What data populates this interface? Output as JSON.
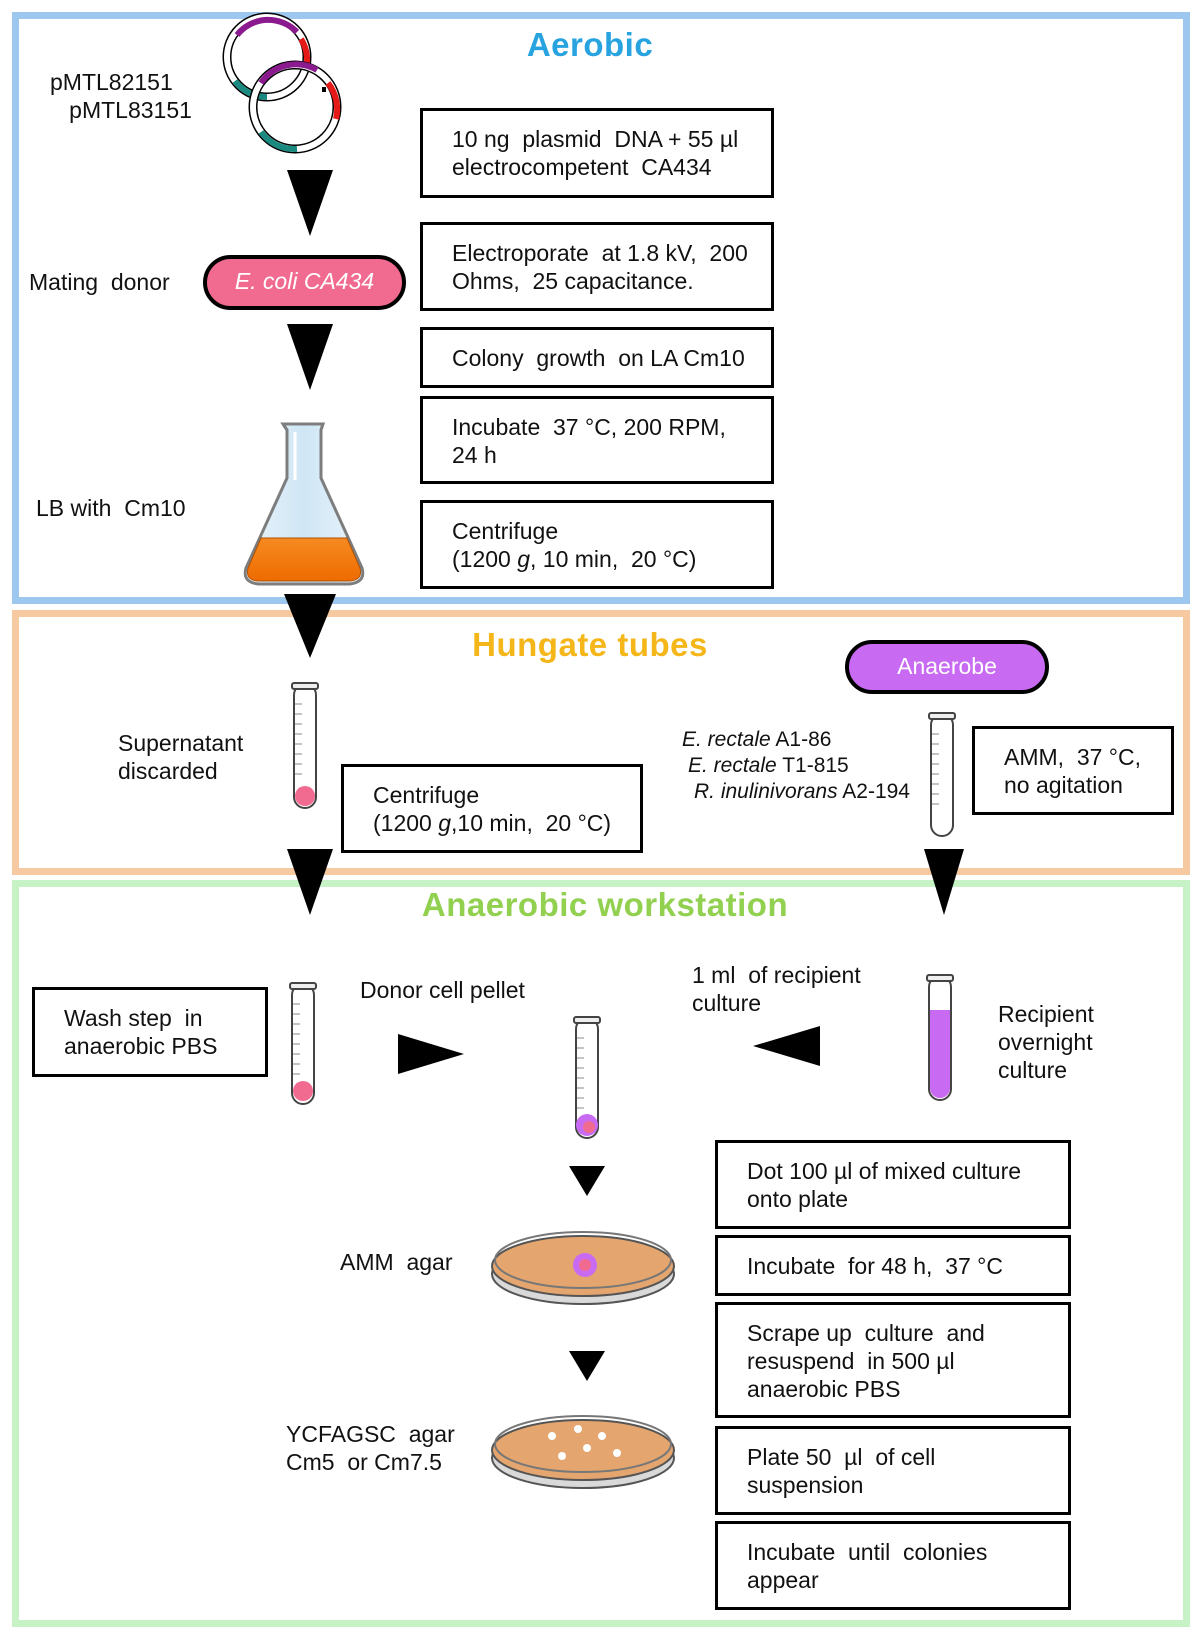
{
  "sections": {
    "aerobic": "Aerobic",
    "hungate": "Hungate tubes",
    "anaerobic": "Anaerobic workstation"
  },
  "colors": {
    "aerobic_border": "#9ec7f0",
    "hungate_border": "#f6c9a0",
    "anaerobic_border": "#c6f2c6",
    "donor_pill": "#f06b8f",
    "anaerobe_pill": "#c96bf2",
    "flask_liquid": "#f47b12",
    "agar": "#e5a56f"
  },
  "aerobic": {
    "plasmids": "pMTL82151\n   pMTL83151",
    "mating_donor": "Mating  donor",
    "donor_strain": "E. coli CA434",
    "lb_label": "LB with  Cm10",
    "steps": [
      "10 ng  plasmid  DNA + 55 µl\nelectrocompetent  CA434",
      "Electroporate  at 1.8 kV,  200\nOhms,  25 capacitance.",
      "Colony  growth  on LA Cm10",
      "Incubate  37 °C, 200 RPM,\n24 h",
      "Centrifuge\n(1200 g, 10 min,  20 °C)"
    ]
  },
  "hungate": {
    "supernatant": "Supernatant\ndiscarded",
    "centrifuge": "Centrifuge\n(1200 g,10 min,  20 °C)",
    "anaerobe": "Anaerobe",
    "strains": [
      {
        "species": "E. rectale",
        "id": "A1-86"
      },
      {
        "species": "E. rectale",
        "id": "T1-815"
      },
      {
        "species": "R. inulinivorans",
        "id": "A2-194"
      }
    ],
    "amm": "AMM,  37 °C,\nno agitation"
  },
  "anaerobic": {
    "wash": "Wash step  in\nanaerobic PBS",
    "donor_pellet": "Donor cell pellet",
    "recipient_ml": "1 ml  of recipient\nculture",
    "recipient_overnight": "Recipient\novernight\nculture",
    "amm_agar": "AMM  agar",
    "ycfagsc": "YCFAGSC  agar\nCm5  or Cm7.5",
    "steps": [
      "Dot 100 µl of mixed culture\nonto plate",
      "Incubate  for 48 h,  37 °C",
      "Scrape up  culture  and\nresuspend  in 500 µl\nanaerobic PBS",
      "Plate 50  µl  of cell\nsuspension",
      "Incubate  until  colonies\nappear"
    ]
  }
}
